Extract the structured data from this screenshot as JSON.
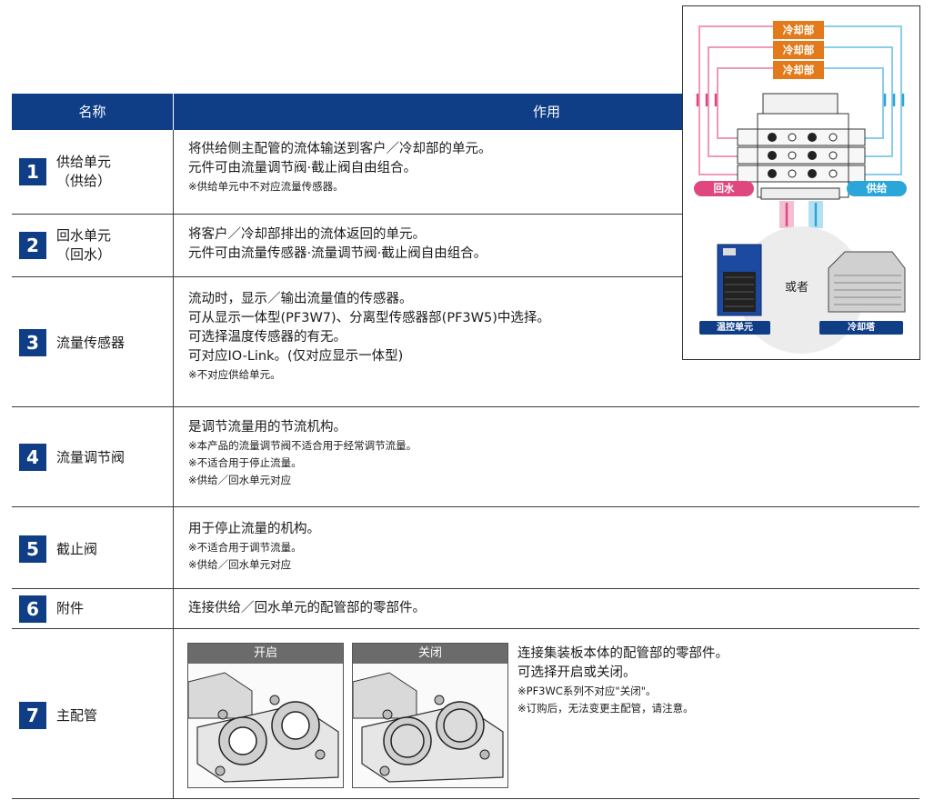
{
  "table": {
    "header": {
      "name": "名称",
      "function": "作用"
    },
    "rows": [
      {
        "num": "1",
        "name": [
          "供给单元",
          "（供给）"
        ],
        "lines": [
          "将供给侧主配管的流体输送到客户／冷却部的单元。",
          "元件可由流量调节阀·截止阀自由组合。"
        ],
        "notes": [
          "※供给单元中不对应流量传感器。"
        ]
      },
      {
        "num": "2",
        "name": [
          "回水单元",
          "（回水）"
        ],
        "lines": [
          "将客户／冷却部排出的流体返回的单元。",
          "元件可由流量传感器·流量调节阀·截止阀自由组合。"
        ],
        "notes": []
      },
      {
        "num": "3",
        "name": [
          "流量传感器"
        ],
        "lines": [
          "流动时，显示／输出流量值的传感器。",
          "可从显示一体型(PF3W7)、分离型传感器部(PF3W5)中选择。",
          "可选择温度传感器的有无。",
          "可对应IO-Link。(仅对应显示一体型)"
        ],
        "notes": [
          "※不对应供给单元。"
        ]
      },
      {
        "num": "4",
        "name": [
          "流量调节阀"
        ],
        "lines": [
          "是调节流量用的节流机构。"
        ],
        "notes": [
          "※本产品的流量调节阀不适合用于经常调节流量。",
          "※不适合用于停止流量。",
          "※供给／回水单元对应"
        ]
      },
      {
        "num": "5",
        "name": [
          "截止阀"
        ],
        "lines": [
          "用于停止流量的机构。"
        ],
        "notes": [
          "※不适合用于调节流量。",
          "※供给／回水单元对应"
        ]
      },
      {
        "num": "6",
        "name": [
          "附件"
        ],
        "lines": [
          "连接供给／回水单元的配管部的零部件。"
        ],
        "notes": []
      },
      {
        "num": "7",
        "name": [
          "主配管"
        ],
        "photo_open": "开启",
        "photo_closed": "关闭",
        "lines": [
          "连接集装板本体的配管部的零部件。",
          "可选择开启或关闭。"
        ],
        "notes": [
          "※PF3WC系列不对应\"关闭\"。",
          "※订购后，无法变更主配管，请注意。"
        ]
      }
    ]
  },
  "diagram": {
    "cooling": [
      "冷却部",
      "冷却部",
      "冷却部"
    ],
    "return_label": "回水",
    "supply_label": "供给",
    "or_label": "或者",
    "chiller_label": "温控单元",
    "tower_label": "冷却塔"
  },
  "colors": {
    "brand_blue": "#0f3d86",
    "orange": "#e37b1c",
    "pink": "#e0477f",
    "cyan": "#2aa6d9"
  }
}
